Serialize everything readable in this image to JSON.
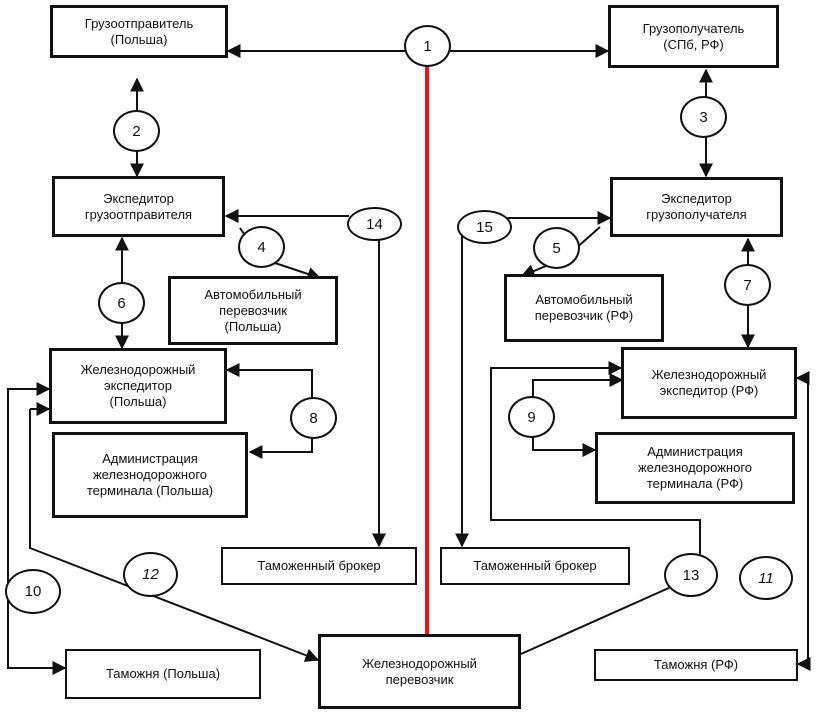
{
  "boxes": {
    "shipper": "Грузоотправитель\n(Польша)",
    "consignee": "Грузополучатель\n(СПб, РФ)",
    "forwarder_shipper": "Экспедитор\nгрузоотправителя",
    "forwarder_consignee": "Экспедитор\nгрузополучателя",
    "road_carrier_pl": "Автомобильный\nперевозчик\n(Польша)",
    "road_carrier_rf": "Автомобильный\nперевозчик (РФ)",
    "rail_forwarder_pl": "Железнодорожный\nэкспедитор\n(Польша)",
    "rail_forwarder_rf": "Железнодорожный\nэкспедитор (РФ)",
    "terminal_admin_pl": "Администрация\nжелезнодорожного\nтерминала (Польша)",
    "terminal_admin_rf": "Администрация\nжелезнодорожного\nтерминала (РФ)",
    "customs_broker_left": "Таможенный брокер",
    "customs_broker_right": "Таможенный брокер",
    "customs_pl": "Таможня (Польша)",
    "customs_rf": "Таможня (РФ)",
    "rail_carrier": "Железнодорожный\nперевозчик"
  },
  "circles": [
    "1",
    "2",
    "3",
    "4",
    "5",
    "6",
    "7",
    "8",
    "9",
    "10",
    "11",
    "12",
    "13",
    "14",
    "15"
  ],
  "colors": {
    "divider": "#e0191b",
    "lines": "#111111"
  }
}
